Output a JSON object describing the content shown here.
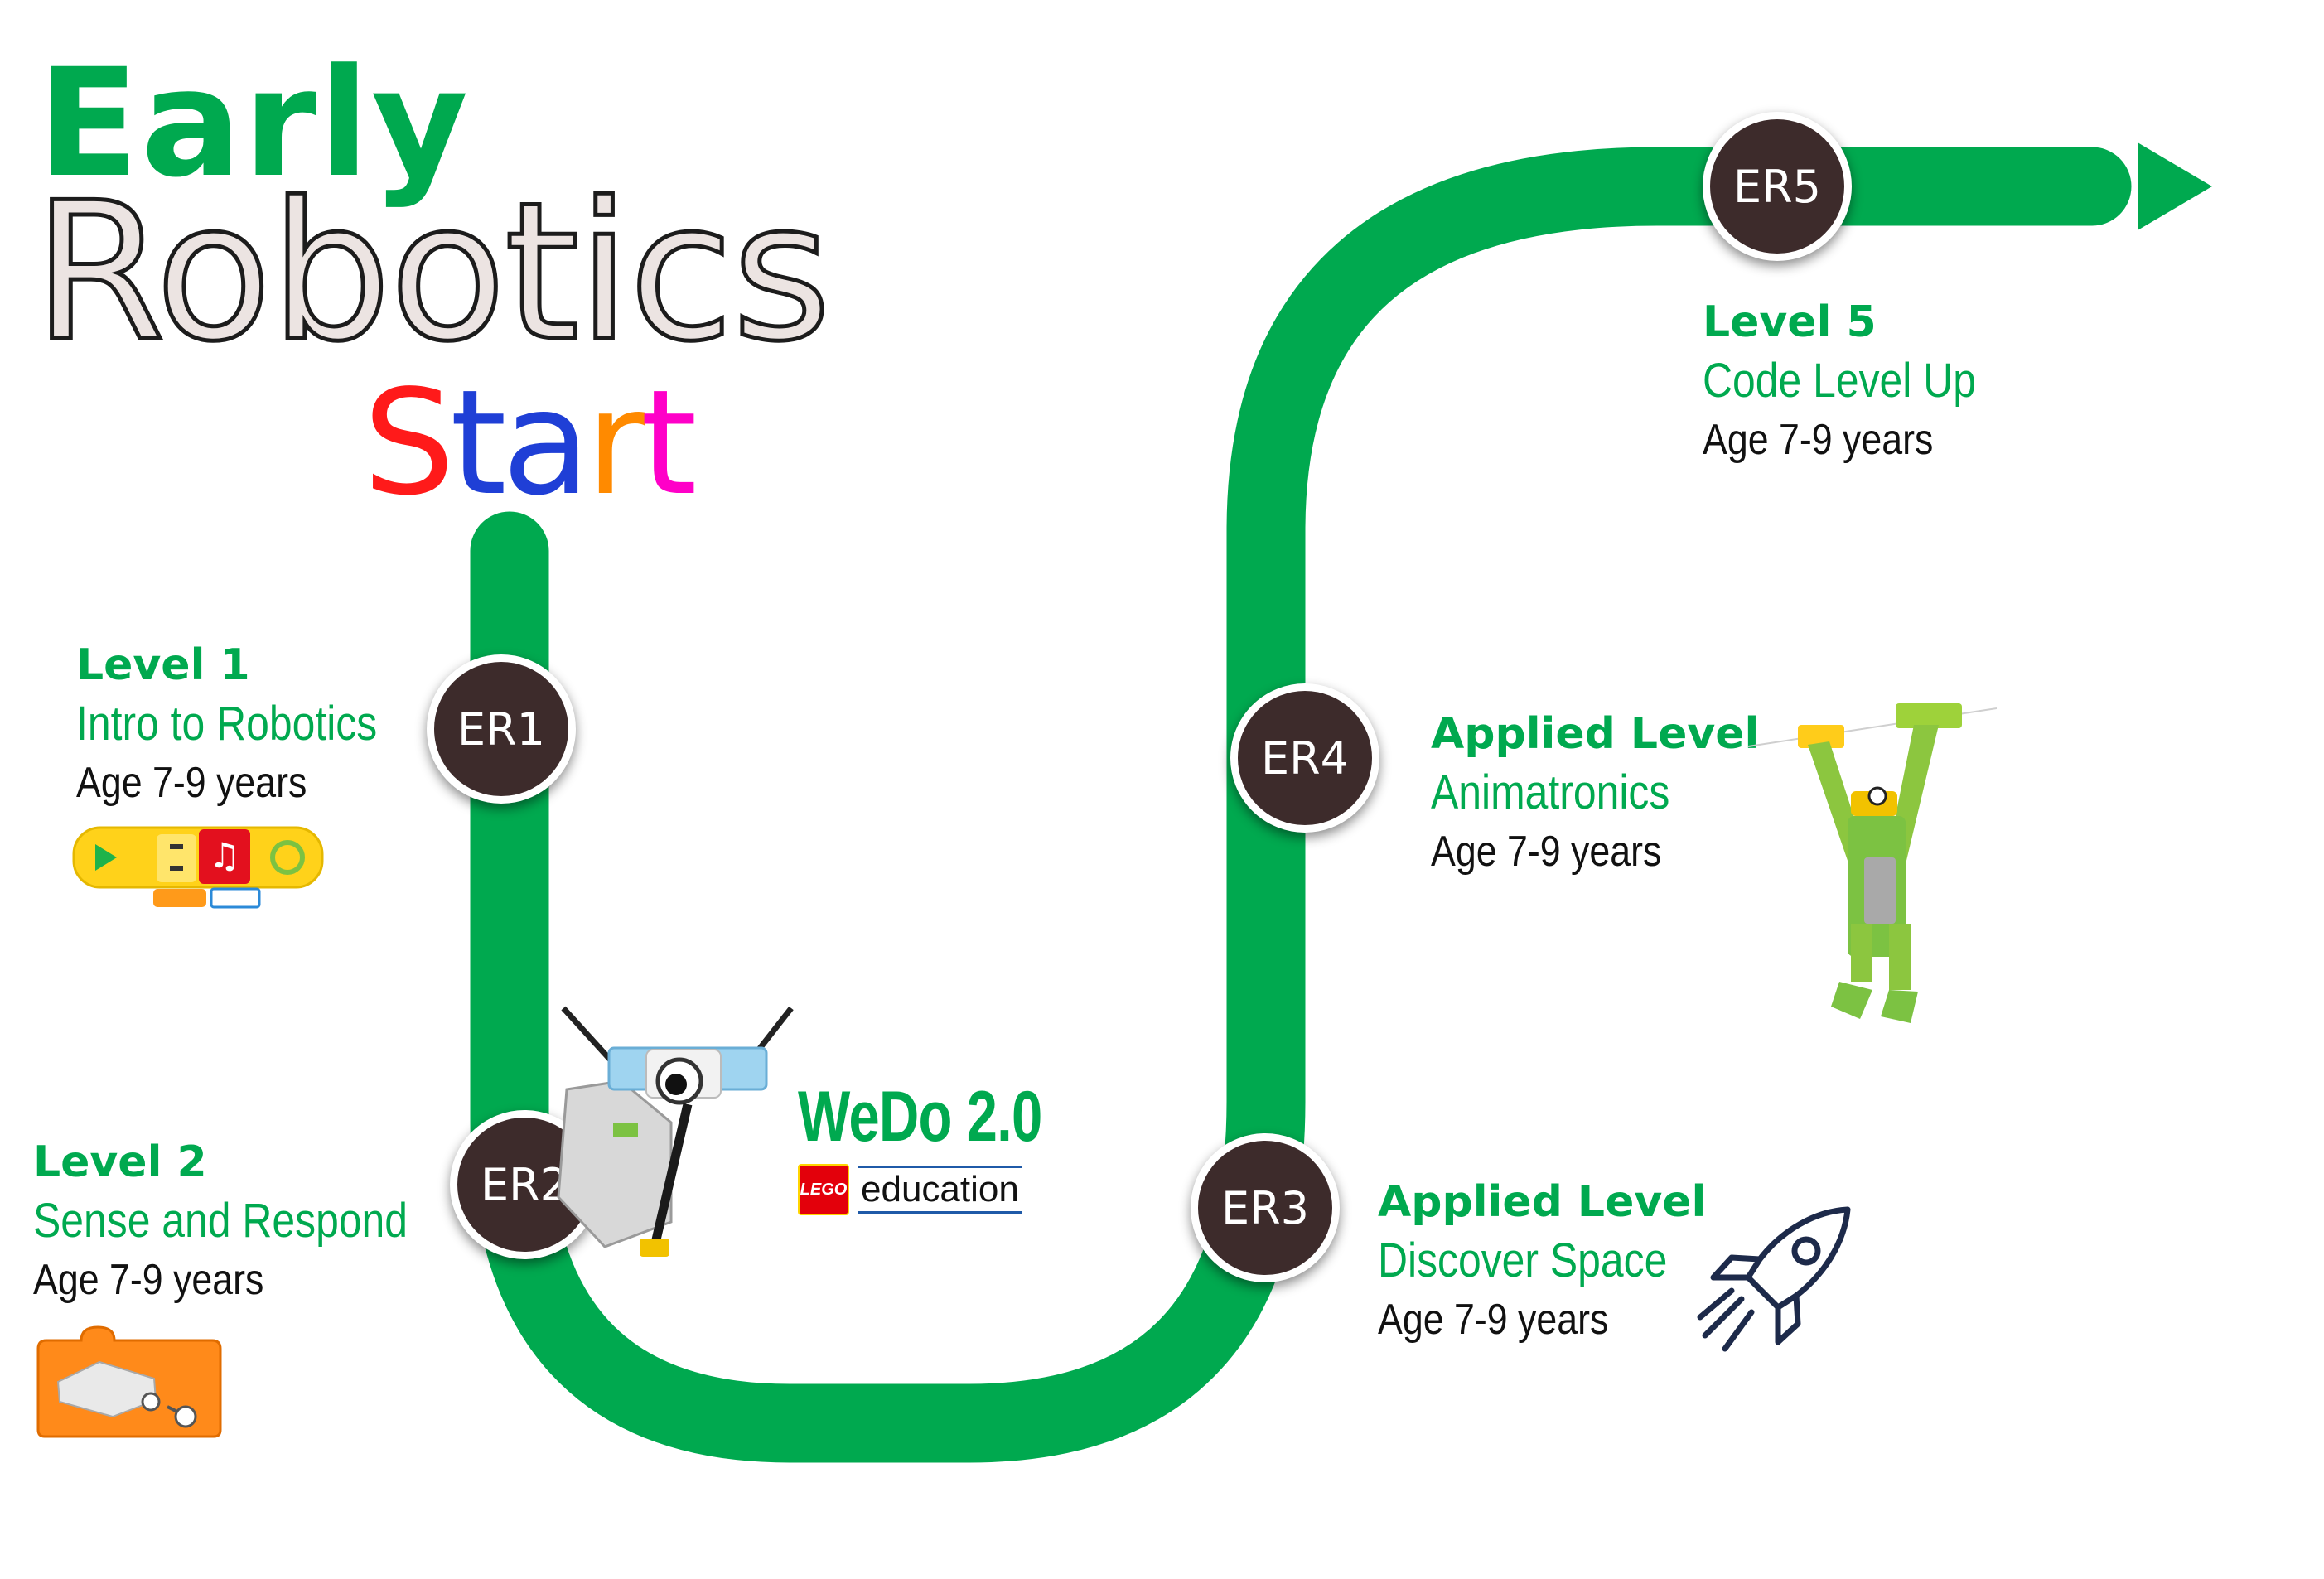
{
  "title": {
    "line1": "Early",
    "line2": "Robotics"
  },
  "start": {
    "letters": [
      {
        "char": "S",
        "color": "#ff1a1a"
      },
      {
        "char": "t",
        "color": "#1f3fd6"
      },
      {
        "char": "a",
        "color": "#1f3fd6"
      },
      {
        "char": "r",
        "color": "#ff8a00"
      },
      {
        "char": "t",
        "color": "#ff00c8"
      }
    ]
  },
  "colors": {
    "track": "#00a94f",
    "node": "#3d2b2b",
    "accent": "#00a94f"
  },
  "nodes": [
    "ER1",
    "ER2",
    "ER3",
    "ER4",
    "ER5"
  ],
  "levels": [
    {
      "heading": "Level 1",
      "name": "Intro to Robotics",
      "age": "Age 7-9 years"
    },
    {
      "heading": "Level 2",
      "name": "Sense and Respond",
      "age": "Age 7-9 years"
    },
    {
      "heading": "Applied Level",
      "name": "Discover Space",
      "age": "Age 7-9 years"
    },
    {
      "heading": "Applied Level",
      "name": "Animatronics",
      "age": "Age 7-9 years"
    },
    {
      "heading": "Level 5",
      "name": "Code Level Up",
      "age": "Age 7-9 years"
    }
  ],
  "wedo": {
    "name": "WeDo 2.0",
    "logo": "LEGO",
    "brand": "education"
  },
  "icons": [
    "code-blocks-icon",
    "sensor-block-icon",
    "robot-milo-icon",
    "rocket-icon",
    "animatronic-robot-icon",
    "arrow-head-icon"
  ]
}
